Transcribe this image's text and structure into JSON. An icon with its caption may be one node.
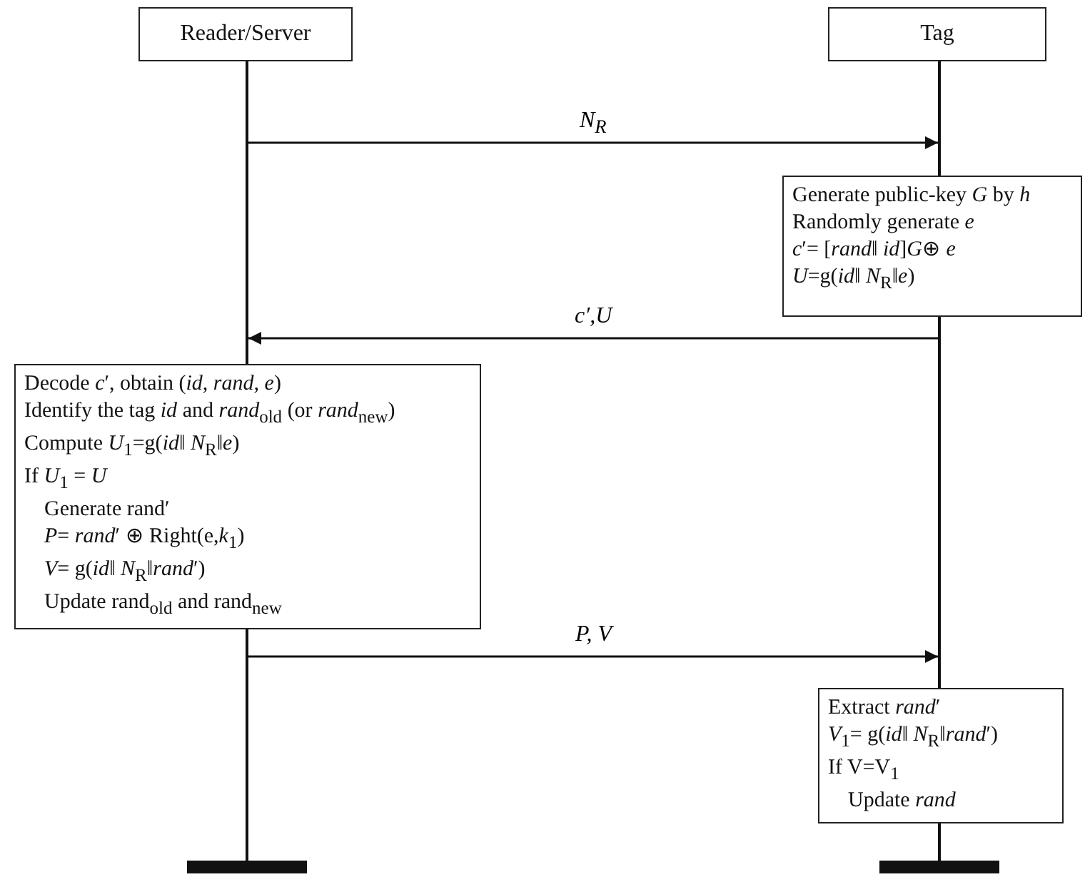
{
  "diagram": {
    "nodes": [
      {
        "text": [
          "Reader/Server"
        ]
      },
      {
        "text": [
          "Tag"
        ]
      },
      {
        "text": [],
        "shape": "line"
      },
      {
        "text": [],
        "shape": "line"
      },
      {
        "text": [
          "Generate public-key *G* by *h*",
          "Randomly generate *e*",
          "*c*′= [*rand*‖ *id*]*G*⊕ *e*",
          "*U*=g(*id*‖ *N*$_{R}$‖*e*)"
        ]
      },
      {
        "text": [
          "Decode *c*′, obtain (*id, rand, e*)",
          "Identify the tag *id* and *rand*$_{old}$ (or *rand*$_{new}$)",
          "Compute *U*$_{1}$=g(*id*‖ *N*$_{R}$‖*e*)",
          "If *U*$_{1}$ = *U*",
          "Generate rand′",
          "*P*= *rand*′ ⊕ Right(e,*k*$_{1}$)",
          "*V*= g(*id*‖ *N*$_{R}$‖*rand*′)",
          "Update rand$_{old}$ and rand$_{new}$"
        ]
      },
      {
        "text": [
          "Extract *rand*′",
          "*V*$_{1}$= g(*id*‖ *N*$_{R}$‖*rand*′)",
          "If V=V$_{1}$",
          "Update *rand*"
        ]
      }
    ],
    "edges": [
      {
        "from": 2,
        "to": 3,
        "arrow": "to",
        "label": "N$_{R}$"
      },
      {
        "from": 3,
        "to": 2,
        "arrow": "to",
        "label": "c′,U"
      },
      {
        "from": 2,
        "to": 3,
        "arrow": "to",
        "label": "P, V"
      }
    ]
  }
}
